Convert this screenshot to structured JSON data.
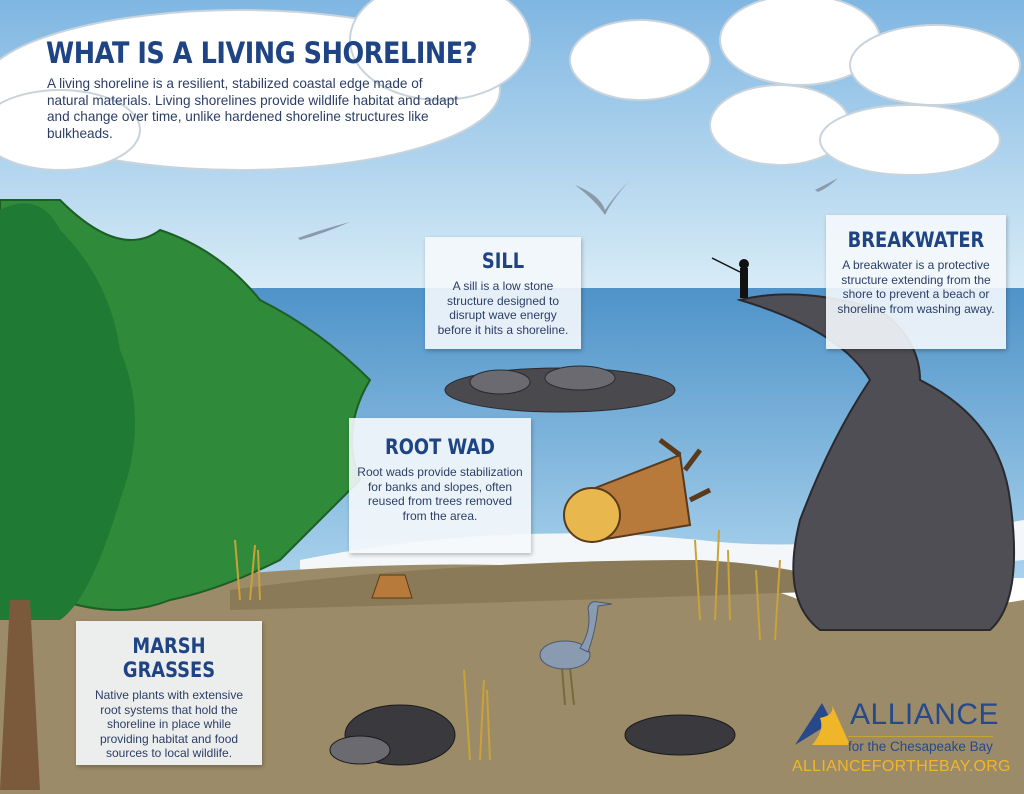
{
  "header": {
    "title": "WHAT IS A LIVING SHORELINE?",
    "intro": "A living shoreline is a resilient, stabilized coastal edge made of natural materials. Living shorelines provide wildlife habitat and adapt and change over time, unlike hardened shoreline structures like bulkheads."
  },
  "cards": {
    "sill": {
      "title": "SILL",
      "text": "A sill is a low stone structure designed to disrupt wave energy before it hits a shoreline."
    },
    "breakwater": {
      "title": "BREAKWATER",
      "text": "A breakwater is a protective structure extending from the shore to prevent a beach or shoreline from washing away."
    },
    "root_wad": {
      "title": "ROOT WAD",
      "text": "Root wads provide stabilization for banks and slopes, often reused from trees removed from the area."
    },
    "marsh_grasses": {
      "title": "MARSH GRASSES",
      "text": "Native plants with extensive root systems that hold the shoreline in place while providing habitat and food sources to local wildlife."
    }
  },
  "logo": {
    "name": "ALLIANCE",
    "subtitle": "for the Chesapeake Bay",
    "url": "ALLIANCEFORTHEBAY.ORG"
  },
  "colors": {
    "title_blue": "#1f4484",
    "logo_gold": "#f0b62a",
    "sky": "#a9d0ec",
    "water": "#5e9fd0",
    "ground": "#9c8b68"
  }
}
